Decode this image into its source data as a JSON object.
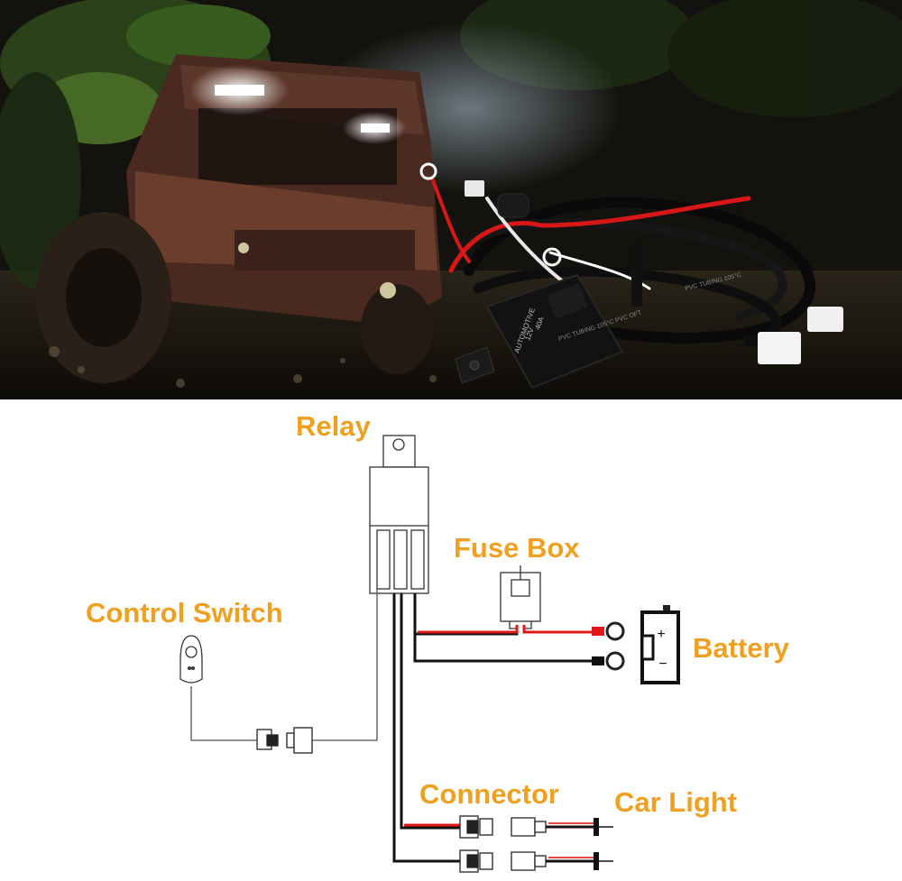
{
  "labels": {
    "relay": "Relay",
    "fuse_box": "Fuse Box",
    "control_switch": "Control Switch",
    "battery": "Battery",
    "connector": "Connector",
    "car_light": "Car Light"
  },
  "battery_terminals": {
    "positive": "+",
    "negative": "−"
  },
  "photo_text": {
    "relay_printed_1": "AUTOMOTIVE",
    "relay_printed_2": "12V",
    "relay_printed_3": "40A",
    "tubing_1": "PVC TUBING 105°C",
    "tubing_2": "PVC TUBING 105°C PVC OFT"
  },
  "colors": {
    "label": "#f0a020",
    "wire_red": "#e01818",
    "wire_black": "#111111",
    "outline": "#333333",
    "photo_bg": "#15120e"
  }
}
